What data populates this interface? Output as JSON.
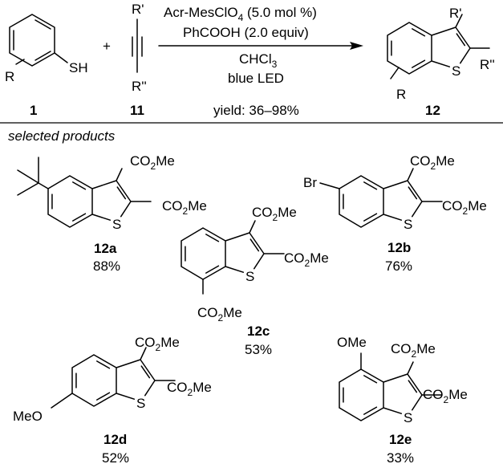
{
  "reaction": {
    "reactant_1": {
      "id": "1",
      "substituent": "R",
      "group": "SH"
    },
    "plus": "+",
    "reactant_2": {
      "id": "11",
      "top": "R'",
      "bottom": "R''"
    },
    "conditions": {
      "catalyst": {
        "main": "Acr-MesClO",
        "sub": "4",
        "rest": " (5.0 mol %)"
      },
      "additive": "PhCOOH (2.0 equiv)",
      "solvent": {
        "main": "CHCl",
        "sub": "3"
      },
      "light": "blue LED",
      "yield": "yield: 36–98%"
    },
    "product": {
      "id": "12",
      "r": "R",
      "r1": "R'",
      "r2": "R''",
      "s": "S"
    }
  },
  "section_title": "selected products",
  "ester": {
    "main": "CO",
    "sub": "2",
    "tail": "Me"
  },
  "products": [
    {
      "id": "12a",
      "yield": "88%",
      "substituent": "tBu"
    },
    {
      "id": "12b",
      "yield": "76%",
      "substituent": "Br"
    },
    {
      "id": "12c",
      "yield": "53%",
      "substituent": "CO2Me"
    },
    {
      "id": "12d",
      "yield": "52%",
      "substituent": "MeO"
    },
    {
      "id": "12e",
      "yield": "33%",
      "substituent": "OMe"
    }
  ]
}
